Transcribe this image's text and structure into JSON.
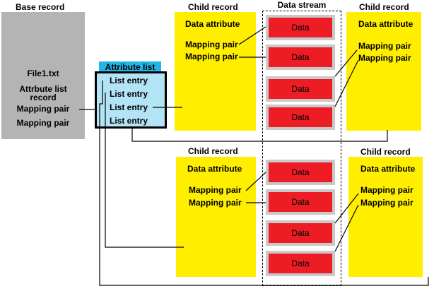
{
  "base_record": {
    "title": "Base record",
    "file_name": "File1.txt",
    "attr_list_label_line1": "Attrbute list",
    "attr_list_label_line2": "record",
    "mapping_pair_1": "Mapping pair",
    "mapping_pair_2": "Mapping pair"
  },
  "attribute_list": {
    "title": "Attribute list",
    "entries": [
      "List entry",
      "List entry",
      "List entry",
      "List entry"
    ]
  },
  "data_stream": {
    "title": "Data stream",
    "block_label": "Data"
  },
  "child_records": [
    {
      "title": "Child record",
      "data_attribute": "Data attribute",
      "mapping_pairs": [
        "Mapping pair",
        "Mapping pair"
      ]
    },
    {
      "title": "Child record",
      "data_attribute": "Data attribute",
      "mapping_pairs": [
        "Mapping pair",
        "Mapping pair"
      ]
    },
    {
      "title": "Child record",
      "data_attribute": "Data attribute",
      "mapping_pairs": [
        "Mapping pair",
        "Mapping pair"
      ]
    },
    {
      "title": "Child record",
      "data_attribute": "Data attribute",
      "mapping_pairs": [
        "Mapping pair",
        "Mapping pair"
      ]
    }
  ]
}
